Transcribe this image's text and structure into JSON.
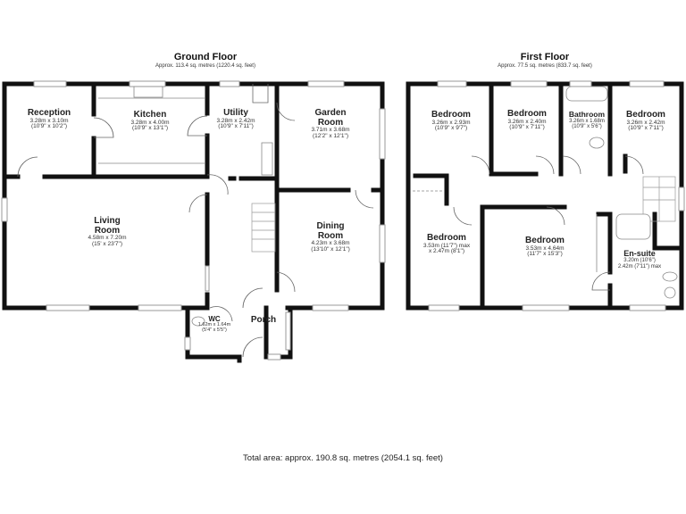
{
  "ground_floor": {
    "title": "Ground Floor",
    "area": "Approx. 113.4 sq. metres (1220.4 sq. feet)",
    "rooms": [
      {
        "name": "Reception",
        "dim_m": "3.28m x 3.10m",
        "dim_ft": "(10'9\" x 10'2\")"
      },
      {
        "name": "Kitchen",
        "dim_m": "3.28m x 4.00m",
        "dim_ft": "(10'9\" x 13'1\")"
      },
      {
        "name": "Utility",
        "dim_m": "3.28m x 2.42m",
        "dim_ft": "(10'9\" x 7'11\")"
      },
      {
        "name": "Garden Room",
        "name_line1": "Garden",
        "name_line2": "Room",
        "dim_m": "3.71m x 3.68m",
        "dim_ft": "(12'2\" x 12'1\")"
      },
      {
        "name": "Living Room",
        "name_line1": "Living",
        "name_line2": "Room",
        "dim_m": "4.58m x 7.20m",
        "dim_ft": "(15' x 23'7\")"
      },
      {
        "name": "Dining Room",
        "name_line1": "Dining",
        "name_line2": "Room",
        "dim_m": "4.23m x 3.68m",
        "dim_ft": "(13'10\" x 12'1\")"
      },
      {
        "name": "WC",
        "dim_m": "1.62m x 1.64m",
        "dim_ft": "(5'4\" x 5'5\")"
      },
      {
        "name": "Porch"
      }
    ]
  },
  "first_floor": {
    "title": "First Floor",
    "area": "Approx. 77.5 sq. metres (833.7 sq. feet)",
    "rooms": [
      {
        "name": "Bedroom",
        "dim_m": "3.26m x 2.93m",
        "dim_ft": "(10'9\" x 9'7\")"
      },
      {
        "name": "Bedroom",
        "dim_m": "3.26m x 2.40m",
        "dim_ft": "(10'9\" x 7'11\")"
      },
      {
        "name": "Bathroom",
        "dim_m": "3.26m x 1.68m",
        "dim_ft": "(10'9\" x 5'6\")"
      },
      {
        "name": "Bedroom",
        "dim_m": "3.26m x 2.42m",
        "dim_ft": "(10'9\" x 7'11\")"
      },
      {
        "name": "Bedroom",
        "dim_m": "3.53m (11'7\") max",
        "dim_ft": "x 2.47m (8'1\")"
      },
      {
        "name": "Bedroom",
        "dim_m": "3.53m x 4.64m",
        "dim_ft": "(11'7\" x 15'3\")"
      },
      {
        "name": "En-suite",
        "dim_m": "3.20m (10'6\")",
        "dim_ft": "2.42m (7'11\") max"
      }
    ]
  },
  "total_area": "Total area: approx. 190.8 sq. metres (2054.1 sq. feet)",
  "colors": {
    "wall": "#111111",
    "window": "#bbbbbb",
    "door_arc": "#666666",
    "background": "#ffffff"
  }
}
